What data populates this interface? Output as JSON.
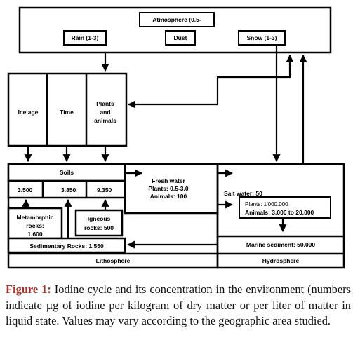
{
  "atmosphere": {
    "title": "Atmosphere (0.5-",
    "rain": "Rain (1-3)",
    "dust": "Dust",
    "snow": "Snow (1-3)"
  },
  "sources": {
    "ice_age": "Ice age",
    "time": "Time",
    "plants_animals": [
      "Plants",
      "and",
      "animals"
    ]
  },
  "lithosphere": {
    "soils": "Soils",
    "value_1": "3.500",
    "value_2": "3.850",
    "value_3": "9.350",
    "metamorphic": [
      "Metamorphic",
      "rocks:",
      "1.600"
    ],
    "igneous": [
      "Igneous",
      "rocks: 500"
    ],
    "sedimentary": "Sedimentary Rocks: 1.550",
    "label": "Lithosphere"
  },
  "fresh_water": {
    "title": "Fresh water",
    "plants": "Plants: 0.5-3.0",
    "animals": "Animals: 100"
  },
  "hydrosphere": {
    "salt_water": "Salt water: 50",
    "plants": "Plants: 1'000.000",
    "animals": "Animals: 3.000 to 20.000",
    "marine_sediment": "Marine sediment: 50.000",
    "label": "Hydrosphere"
  },
  "caption": {
    "figure_label": "Figure 1:",
    "text": "Iodine cycle and its concentration in the environment (numbers indicate µg of iodine per kilogram of dry matter or per liter of matter in liquid state. Values may vary according to the geographic area studied."
  }
}
